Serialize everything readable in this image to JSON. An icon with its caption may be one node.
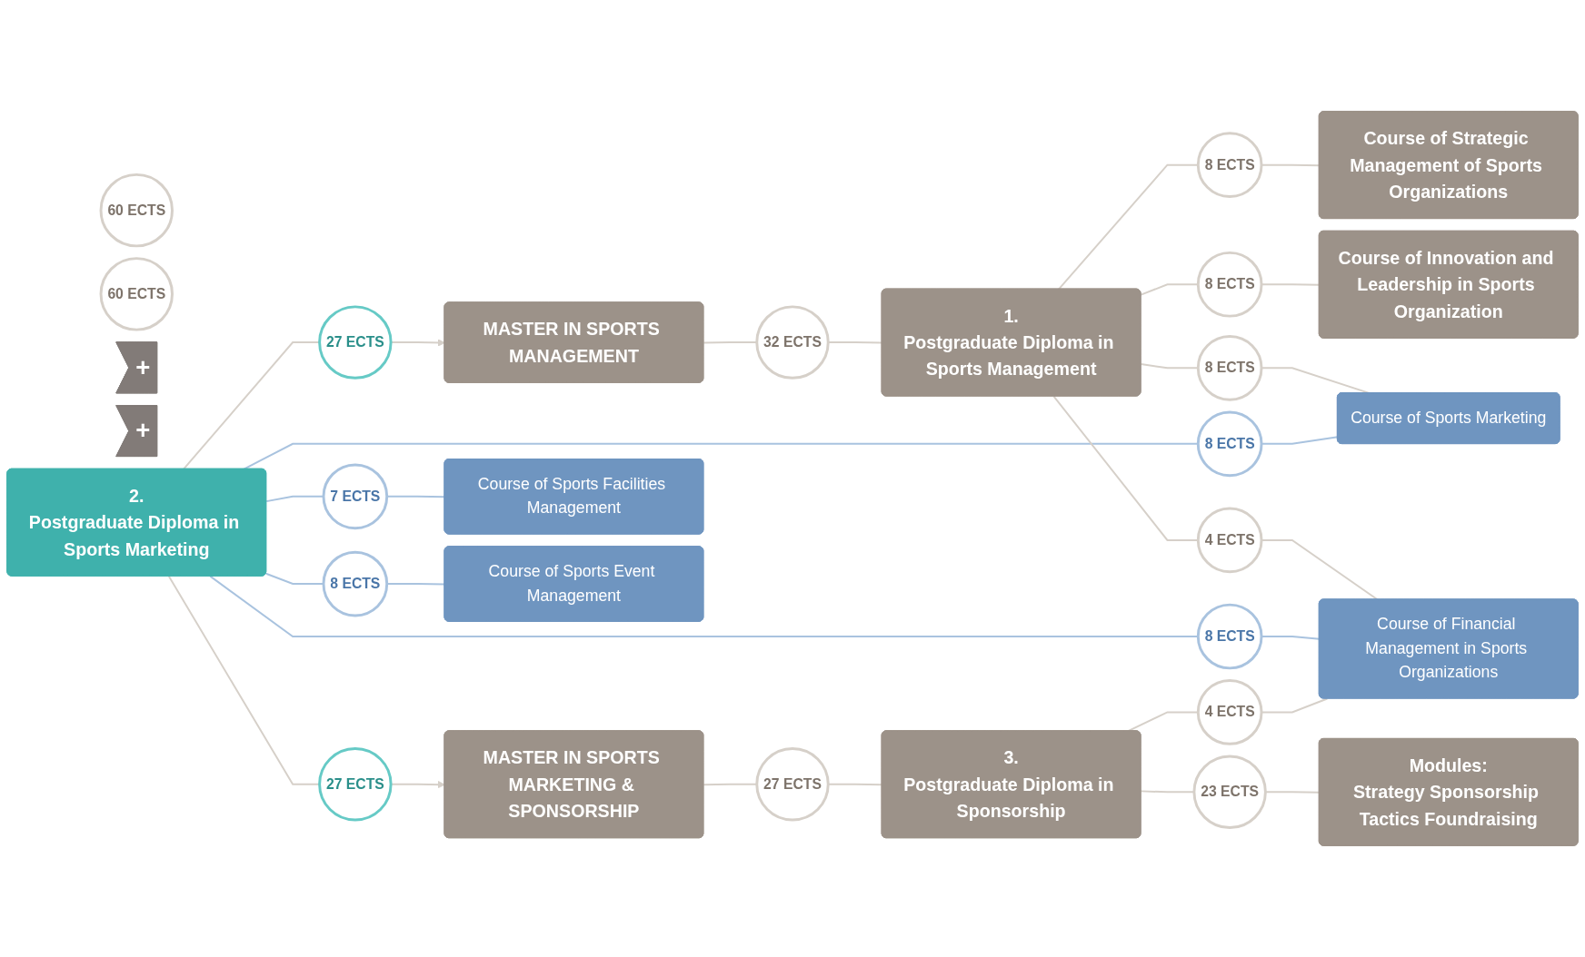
{
  "diagram": {
    "nodes": [
      {
        "text": [
          "MASTER IN SPORTS MANAGEMENT"
        ]
      },
      {
        "text": [
          "60 ECTS"
        ]
      },
      {
        "text": [
          "MASTER IN SPORTS MARKETING & SPONSORSHIP"
        ]
      },
      {
        "text": [
          "60 ECTS"
        ]
      },
      {
        "text": [
          "32 ECTS"
        ]
      },
      {
        "text": [
          "27 ECTS"
        ]
      },
      {
        "text": [
          "27 ECTS"
        ]
      },
      {
        "text": [
          "27 ECTS"
        ]
      },
      {
        "text": [
          "+"
        ]
      },
      {
        "text": [
          "+"
        ]
      },
      {
        "text": [
          "1.",
          "Postgraduate Diploma in Sports Management"
        ]
      },
      {
        "text": [
          "2.",
          "Postgraduate Diploma in Sports Marketing"
        ]
      },
      {
        "text": [
          "3.",
          "Postgraduate Diploma in Sponsorship"
        ]
      },
      {
        "text": [
          "8 ECTS"
        ]
      },
      {
        "text": [
          "8 ECTS"
        ]
      },
      {
        "text": [
          "8 ECTS"
        ]
      },
      {
        "text": [
          "8 ECTS"
        ]
      },
      {
        "text": [
          "4 ECTS"
        ]
      },
      {
        "text": [
          "8 ECTS"
        ]
      },
      {
        "text": [
          "4 ECTS"
        ]
      },
      {
        "text": [
          "7 ECTS"
        ]
      },
      {
        "text": [
          "8 ECTS"
        ]
      },
      {
        "text": [
          "23 ECTS"
        ]
      },
      {
        "text": [
          "Course of Strategic Management of Sports Organizations"
        ]
      },
      {
        "text": [
          "Course of Innovation and Leadership in Sports Organization"
        ]
      },
      {
        "text": [
          "Course of Sports Marketing"
        ]
      },
      {
        "text": [
          "Course of Financial Management in Sports Organizations"
        ]
      },
      {
        "text": [
          "Course of Sports Facilities Management"
        ]
      },
      {
        "text": [
          "Course of Sports Event Management"
        ]
      },
      {
        "text": [
          "Modules:",
          "Strategy Sponsorship Tactics Foundraising"
        ]
      }
    ],
    "edges": [
      {
        "from": 0,
        "to": 4,
        "arrow": "none"
      },
      {
        "from": 4,
        "to": 10,
        "arrow": "none"
      },
      {
        "from": 11,
        "to": 5,
        "arrow": "none"
      },
      {
        "from": 5,
        "to": 0,
        "arrow": "to"
      },
      {
        "from": 11,
        "to": 6,
        "arrow": "none"
      },
      {
        "from": 6,
        "to": 2,
        "arrow": "to"
      },
      {
        "from": 2,
        "to": 7,
        "arrow": "none"
      },
      {
        "from": 7,
        "to": 12,
        "arrow": "none"
      },
      {
        "from": 10,
        "to": 13,
        "arrow": "none"
      },
      {
        "from": 13,
        "to": 23,
        "arrow": "none"
      },
      {
        "from": 10,
        "to": 14,
        "arrow": "none"
      },
      {
        "from": 14,
        "to": 24,
        "arrow": "none"
      },
      {
        "from": 10,
        "to": 15,
        "arrow": "none"
      },
      {
        "from": 15,
        "to": 25,
        "arrow": "none"
      },
      {
        "from": 11,
        "to": 16,
        "arrow": "none",
        "color": "#a9c3df"
      },
      {
        "from": 16,
        "to": 25,
        "arrow": "none",
        "color": "#a9c3df"
      },
      {
        "from": 10,
        "to": 17,
        "arrow": "none"
      },
      {
        "from": 17,
        "to": 26,
        "arrow": "none"
      },
      {
        "from": 11,
        "to": 18,
        "arrow": "none",
        "color": "#a9c3df"
      },
      {
        "from": 18,
        "to": 26,
        "arrow": "none",
        "color": "#a9c3df"
      },
      {
        "from": 12,
        "to": 19,
        "arrow": "none"
      },
      {
        "from": 19,
        "to": 26,
        "arrow": "none"
      },
      {
        "from": 11,
        "to": 20,
        "arrow": "none",
        "color": "#a9c3df"
      },
      {
        "from": 20,
        "to": 27,
        "arrow": "none",
        "color": "#a9c3df"
      },
      {
        "from": 11,
        "to": 21,
        "arrow": "none",
        "color": "#a9c3df"
      },
      {
        "from": 21,
        "to": 28,
        "arrow": "none",
        "color": "#a9c3df"
      },
      {
        "from": 12,
        "to": 22,
        "arrow": "none"
      },
      {
        "from": 22,
        "to": 29,
        "arrow": "none"
      }
    ]
  }
}
